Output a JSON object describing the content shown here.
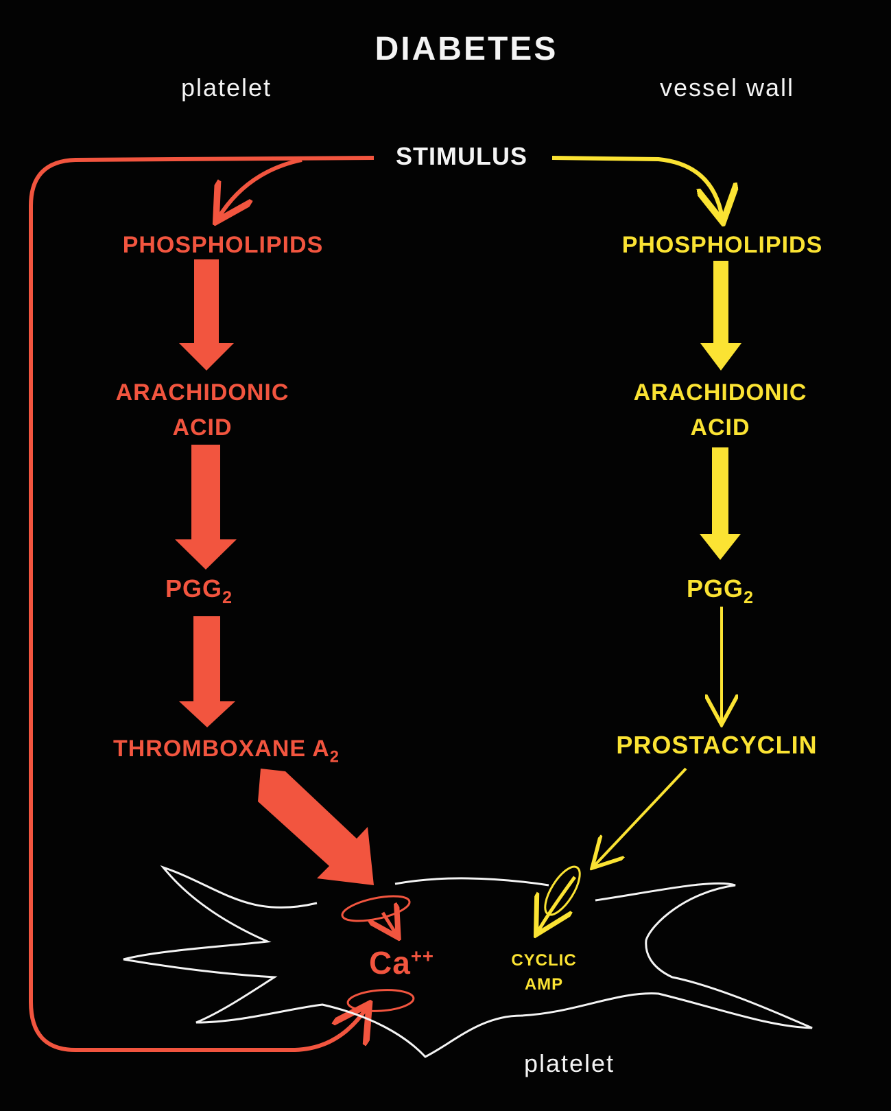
{
  "title": "DIABETES",
  "left_header": "platelet",
  "right_header": "vessel wall",
  "stimulus": "STIMULUS",
  "left_pathway": {
    "phospholipids": "PHOSPHOLIPIDS",
    "arachidonic_line1": "ARACHIDONIC",
    "arachidonic_line2": "ACID",
    "pgg": "PGG",
    "pgg_sub": "2",
    "thromboxane": "THROMBOXANE A",
    "thromboxane_sub": "2"
  },
  "right_pathway": {
    "phospholipids": "PHOSPHOLIPIDS",
    "arachidonic_line1": "ARACHIDONIC",
    "arachidonic_line2": "ACID",
    "pgg": "PGG",
    "pgg_sub": "2",
    "prostacyclin": "PROSTACYCLIN"
  },
  "cell": {
    "calcium": "Ca",
    "calcium_charge": "++",
    "cyclic_line1": "CYCLIC",
    "cyclic_line2": "AMP",
    "label": "platelet"
  },
  "colors": {
    "background": "#030303",
    "platelet_pathway": "#f2553f",
    "vessel_pathway": "#fbe333",
    "text": "#f4f4f4"
  }
}
